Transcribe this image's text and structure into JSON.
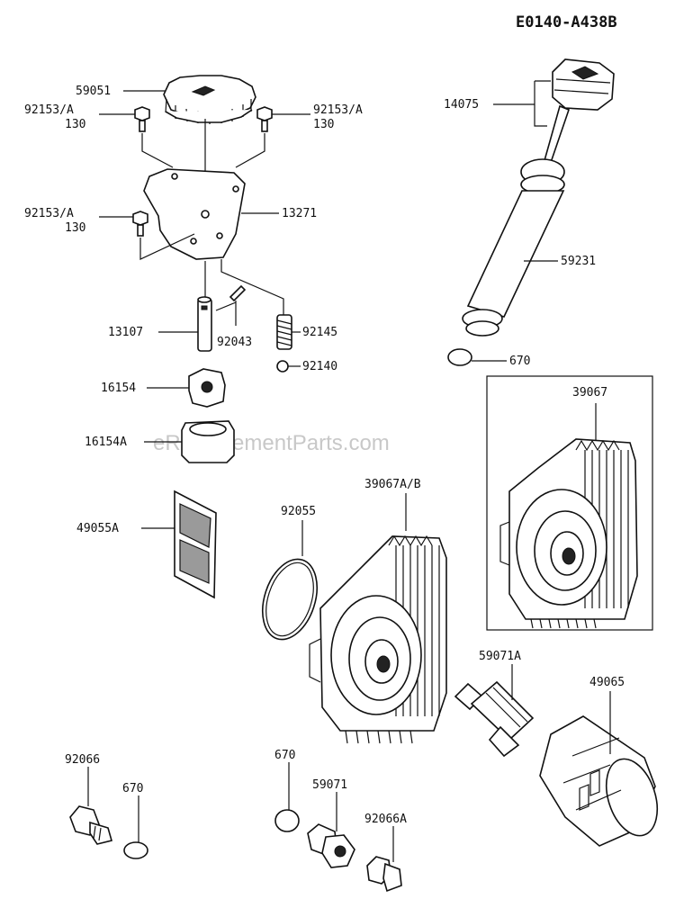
{
  "diagram_code": "E0140-A438B",
  "watermark": "eReplacementParts.com",
  "labels": {
    "p59051": "59051",
    "p92153a_1": "92153/A",
    "p130_1": "130",
    "p92153a_2": "92153/A",
    "p130_2": "130",
    "p92153a_3": "92153/A",
    "p130_3": "130",
    "p13271": "13271",
    "p13107": "13107",
    "p92043": "92043",
    "p92145": "92145",
    "p92140": "92140",
    "p16154": "16154",
    "p16154a": "16154A",
    "p49055a": "49055A",
    "p14075": "14075",
    "p59231": "59231",
    "p670_1": "670",
    "p39067": "39067",
    "p39067ab": "39067A/B",
    "p92055": "92055",
    "p59071a": "59071A",
    "p49065": "49065",
    "p92066": "92066",
    "p670_2": "670",
    "p670_3": "670",
    "p59071": "59071",
    "p92066a": "92066A"
  }
}
